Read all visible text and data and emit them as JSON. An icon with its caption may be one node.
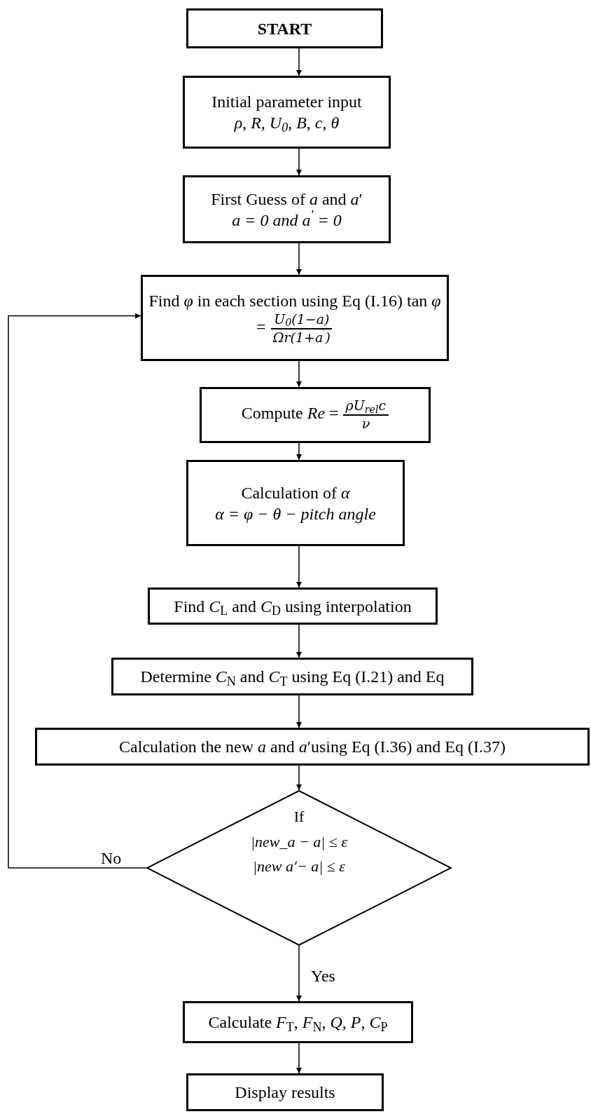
{
  "diagram": {
    "nodes": [
      {
        "text": [
          "START"
        ]
      },
      {
        "text": [
          "Initial parameter input",
          "ρ, R, U$_{0}$, B, c, θ"
        ]
      },
      {
        "text": [
          "First Guess of *a* and *a*′",
          "a = 0 and a$^{′}$ = 0"
        ]
      },
      {
        "text": [
          "Find *φ* in each section using Eq (I.16) tan *φ* =",
          "U$_{0}$(1−a)",
          "Ωr(1+a$^{′}$)"
        ]
      },
      {
        "text": [
          "Compute *Re* =",
          "ρU$_{rel}$c",
          "ν"
        ]
      },
      {
        "text": [
          "Calculation of *α*",
          "α = φ − θ − pitch angle"
        ]
      },
      {
        "text": [
          "Find *C*$_{L}$ and *C*$_{D}$ using interpolation"
        ]
      },
      {
        "text": [
          "Determine *C*$_{N}$ and *C*$_{T}$ using Eq (I.21) and Eq"
        ]
      },
      {
        "text": [
          "Calculation the new *a* and *a*′using Eq (I.36) and Eq (I.37)"
        ]
      },
      {
        "text": [
          "If",
          "|new_a − a| ≤ ε",
          "|new a′− a| ≤ ε"
        ]
      },
      {
        "text": [
          "Calculate *F*$_{T}$, *F*$_{N}$, *Q*, *P*, *C*$_{P}$"
        ]
      },
      {
        "text": [
          "Display results"
        ]
      }
    ],
    "edges": [
      {
        "from": 0,
        "to": 1,
        "arrow": "to"
      },
      {
        "from": 1,
        "to": 2,
        "arrow": "to"
      },
      {
        "from": 2,
        "to": 3,
        "arrow": "to"
      },
      {
        "from": 3,
        "to": 4,
        "arrow": "to"
      },
      {
        "from": 4,
        "to": 5,
        "arrow": "to"
      },
      {
        "from": 5,
        "to": 6,
        "arrow": "to"
      },
      {
        "from": 6,
        "to": 7,
        "arrow": "to"
      },
      {
        "from": 7,
        "to": 8,
        "arrow": "to"
      },
      {
        "from": 8,
        "to": 9,
        "arrow": "to"
      },
      {
        "from": 9,
        "to": 3,
        "arrow": "to",
        "label": "No"
      },
      {
        "from": 9,
        "to": 10,
        "arrow": "to",
        "label": "Yes"
      },
      {
        "from": 10,
        "to": 11,
        "arrow": "to"
      }
    ]
  }
}
